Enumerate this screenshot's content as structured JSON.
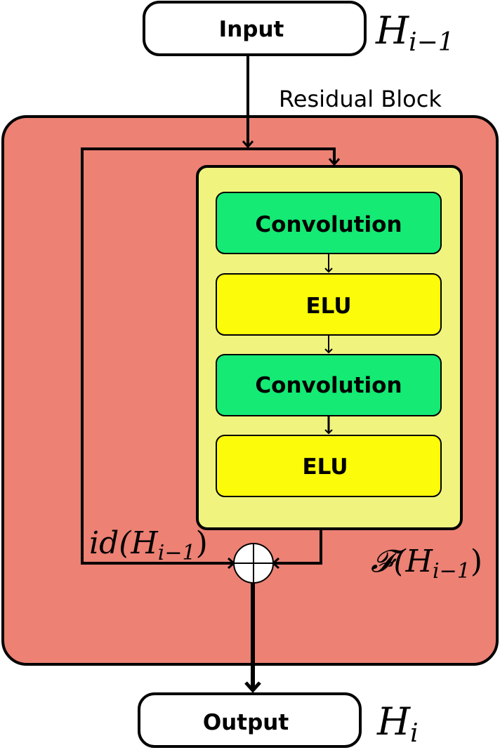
{
  "input_label": "Input",
  "output_label": "Output",
  "residual_block_label": "Residual Block",
  "layers": [
    {
      "label": "Convolution",
      "kind": "conv"
    },
    {
      "label": "ELU",
      "kind": "elu"
    },
    {
      "label": "Convolution",
      "kind": "conv"
    },
    {
      "label": "ELU",
      "kind": "elu"
    }
  ],
  "math": {
    "input_var": {
      "base": "H",
      "sub": "i−1"
    },
    "output_var": {
      "base": "H",
      "sub": "i"
    },
    "identity": {
      "prefix": "id(",
      "base": "H",
      "sub": "i−1",
      "suffix": ")"
    },
    "residual_fn": {
      "prefix": "𝓕(",
      "base": "H",
      "sub": "i−1",
      "suffix": ")"
    }
  },
  "colors": {
    "residual_block_fill": "#ec8174",
    "inner_block_fill": "#f0f47f",
    "conv_fill": "#14ea74",
    "elu_fill": "#fbfb0a",
    "node_fill": "#ffffff",
    "stroke": "#000000"
  }
}
